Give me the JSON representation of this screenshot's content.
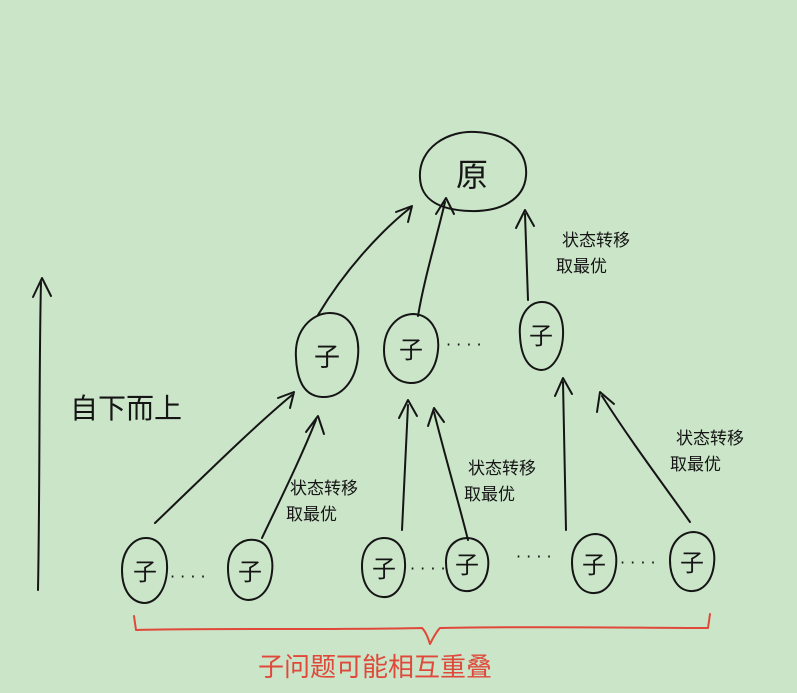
{
  "diagram": {
    "root_label": "原",
    "child_label": "子",
    "ellipsis": "· · · ·",
    "side_label": "自下而上",
    "transition_line1": "状态转移",
    "transition_line2": "取最优",
    "overlap_note": "子问题可能相互重叠",
    "colors": {
      "background": "#cbe5c9",
      "ink": "#151515",
      "overlap": "#e0483a"
    }
  }
}
